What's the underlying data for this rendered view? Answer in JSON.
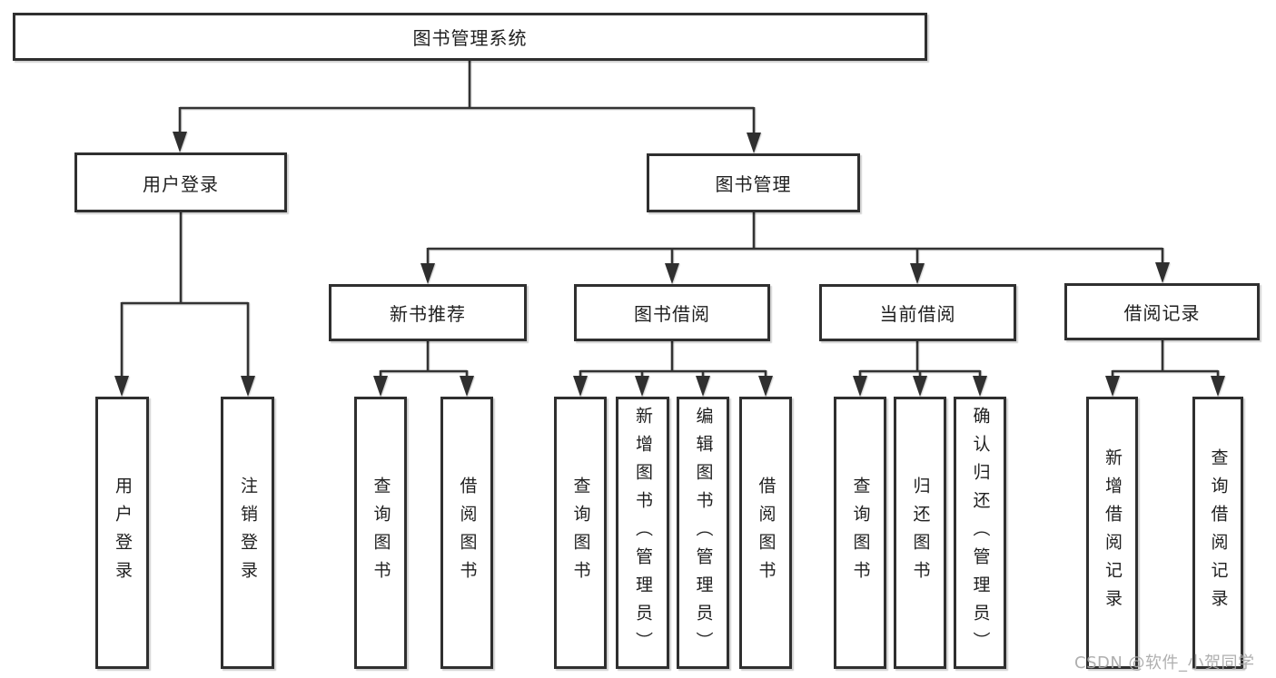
{
  "tree": {
    "root": {
      "label": "图书管理系统",
      "children": [
        {
          "label": "用户登录",
          "children": [
            {
              "label": "用户登录"
            },
            {
              "label": "注销登录"
            }
          ]
        },
        {
          "label": "图书管理",
          "children": [
            {
              "label": "新书推荐",
              "children": [
                {
                  "label": "查询图书"
                },
                {
                  "label": "借阅图书"
                }
              ]
            },
            {
              "label": "图书借阅",
              "children": [
                {
                  "label": "查询图书"
                },
                {
                  "label": "新增图书（管理员）"
                },
                {
                  "label": "编辑图书（管理员）"
                },
                {
                  "label": "借阅图书"
                }
              ]
            },
            {
              "label": "当前借阅",
              "children": [
                {
                  "label": "查询图书"
                },
                {
                  "label": "归还图书"
                },
                {
                  "label": "确认归还（管理员）"
                }
              ]
            },
            {
              "label": "借阅记录",
              "children": [
                {
                  "label": "新增借阅记录"
                },
                {
                  "label": "查询借阅记录"
                }
              ]
            }
          ]
        }
      ]
    }
  },
  "watermark": {
    "text": "CSDN @软件_小贺同学"
  },
  "colors": {
    "line": "#333333",
    "border": "#2f2f2f",
    "text": "#1f1f1f",
    "watermark": "#a8a8a8",
    "background": "#ffffff"
  }
}
